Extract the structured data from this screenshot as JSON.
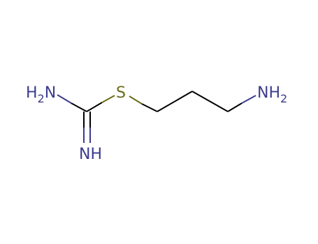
{
  "colors": {
    "background": "#ffffff",
    "bond_carbon": "#000000",
    "nitrogen": "#3b3b8f",
    "sulfur": "#6b6b1a"
  },
  "atoms": {
    "amine_left": {
      "main": "H",
      "sub": "2",
      "tail": "N"
    },
    "sulfur": {
      "text": "S"
    },
    "imine": {
      "text": "NH"
    },
    "amine_right": {
      "main": "NH",
      "sub": "2"
    }
  }
}
